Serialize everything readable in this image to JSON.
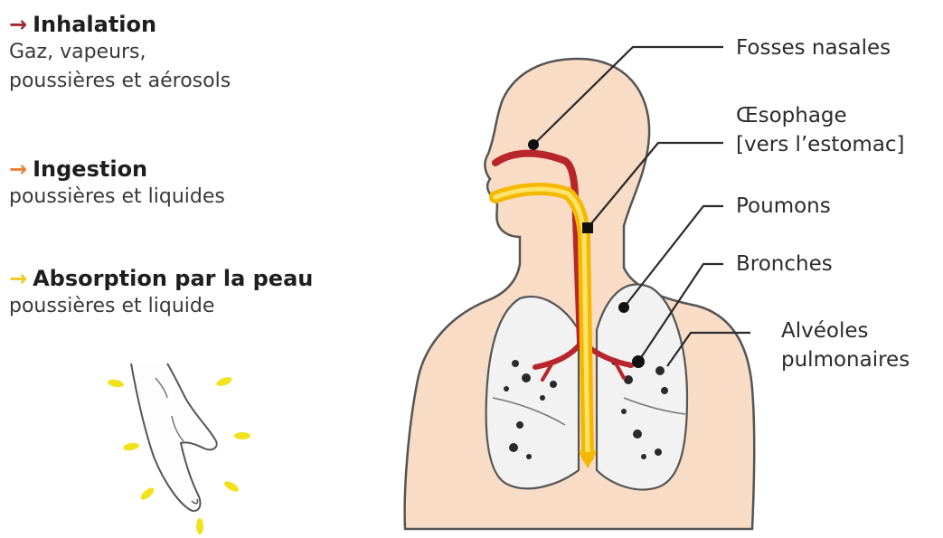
{
  "routes": [
    {
      "title": "Inhalation",
      "desc": [
        "Gaz, vapeurs,",
        "poussières et aérosols"
      ],
      "arrow": "→",
      "arrow_color": "#9e2a33"
    },
    {
      "title": "Ingestion",
      "desc": [
        "poussières et liquides"
      ],
      "arrow": "→",
      "arrow_color": "#e8823a"
    },
    {
      "title": "Absorption par la peau",
      "desc": [
        "poussières et liquide"
      ],
      "arrow": "→",
      "arrow_color": "#f2c81e"
    }
  ],
  "labels": {
    "fosses_nasales": "Fosses nasales",
    "oesophage_1": "Œsophage",
    "oesophage_2": "[vers l’estomac]",
    "poumons": "Poumons",
    "bronches": "Bronches",
    "alveoles_1": "Alvéoles",
    "alveoles_2": "pulmonaires"
  },
  "colors": {
    "skin": "#f8dcc6",
    "outline": "#555555",
    "airway": "#b8262c",
    "esophagus": "#f5b800",
    "ray": "#f2e21e"
  }
}
